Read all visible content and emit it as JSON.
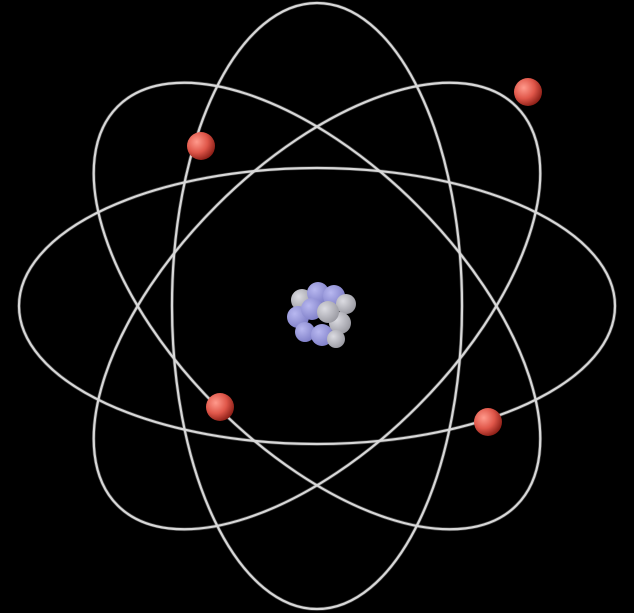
{
  "scene": {
    "subject": "atom-model",
    "background_color": "#000000",
    "orbit_color": "#d8d8d8",
    "orbit_shadow_color": "#7a7a7a",
    "orbit_count": 4,
    "electron_count": 4,
    "electron_color": "#e0574a",
    "electron_highlight_color": "#ff9a8c",
    "electron_shadow_color": "#8a1e16",
    "nucleus": {
      "proton_color": "#7f7fc8",
      "proton_highlight_color": "#b8b8f0",
      "neutron_color": "#9a9aa2",
      "neutron_highlight_color": "#dcdce2",
      "particle_count": 11
    }
  }
}
